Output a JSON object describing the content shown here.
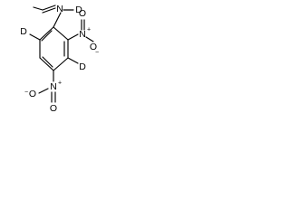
{
  "molecule": {
    "atoms": {
      "n_hydrazine": "N",
      "d_hydrazine": "D",
      "d_ring_left": "D",
      "n_nitro_ortho": "N",
      "o_nitro_ortho_top": "O",
      "o_nitro_ortho_right": "O",
      "d_ring_bottom": "D",
      "n_nitro_para": "N",
      "o_nitro_para_left": "O",
      "o_nitro_para_bottom": "O"
    },
    "charges": {
      "n_nitro_ortho": "+",
      "o_nitro_ortho_right": "−",
      "n_nitro_para": "+",
      "o_nitro_para_left": "−"
    }
  }
}
